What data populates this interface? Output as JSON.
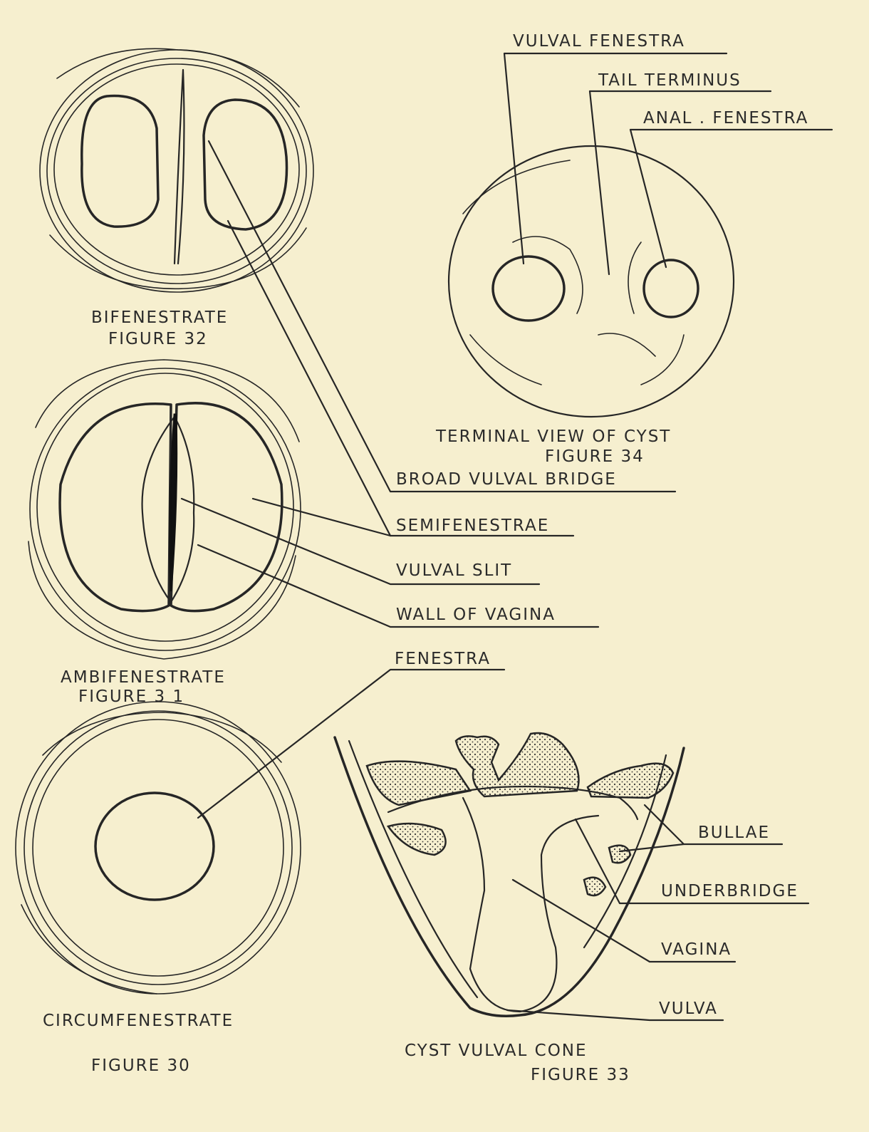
{
  "figures": {
    "fig32": {
      "title": "BIFENESTRATE",
      "number": "FIGURE 32"
    },
    "fig31": {
      "title": "AMBIFENESTRATE",
      "number": "FIGURE 3 1"
    },
    "fig30": {
      "title": "CIRCUMFENESTRATE",
      "number": "FIGURE 30"
    },
    "fig34": {
      "title": "TERMINAL VIEW OF CYST",
      "number": "FIGURE 34"
    },
    "fig33": {
      "title": "CYST VULVAL CONE",
      "number": "FIGURE 33"
    }
  },
  "labels": {
    "vulval_fenestra": "VULVAL FENESTRA",
    "tail_terminus": "TAIL TERMINUS",
    "anal_fenestra": "ANAL . FENESTRA",
    "broad_vulval_bridge": "BROAD VULVAL BRIDGE",
    "semifenestrae": "SEMIFENESTRAE",
    "vulval_slit": "VULVAL SLIT",
    "wall_of_vagina": "WALL OF VAGINA",
    "fenestra": "FENESTRA",
    "bullae": "BULLAE",
    "underbridge": "UNDERBRIDGE",
    "vagina": "VAGINA",
    "vulva": "VULVA"
  }
}
